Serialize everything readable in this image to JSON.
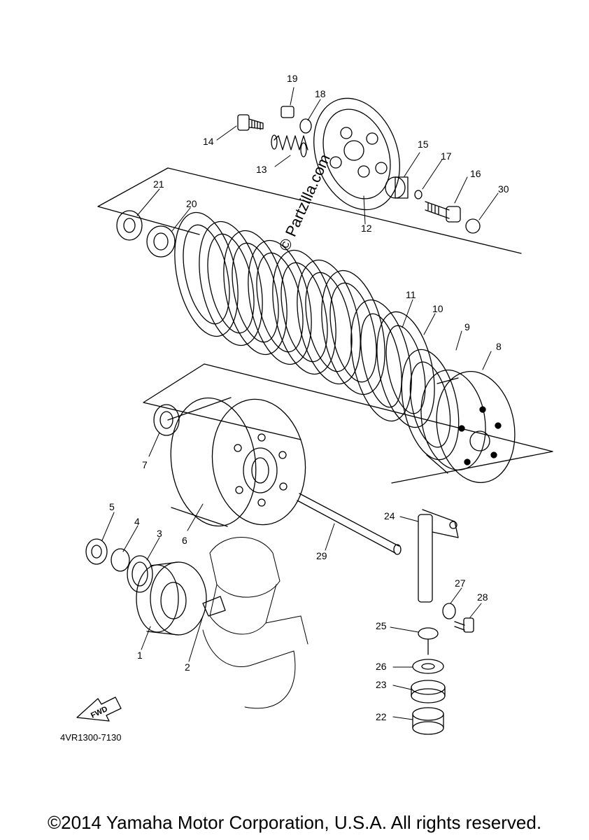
{
  "diagram": {
    "watermark": "© Partzilla.com",
    "fwd_label": "FWD",
    "reference_code": "4VR1300-7130",
    "copyright": "©2014 Yamaha Motor Corporation, U.S.A. All rights reserved.",
    "callouts": [
      "1",
      "2",
      "3",
      "4",
      "5",
      "6",
      "7",
      "8",
      "9",
      "10",
      "11",
      "12",
      "13",
      "14",
      "15",
      "16",
      "17",
      "18",
      "19",
      "20",
      "21",
      "22",
      "23",
      "24",
      "25",
      "26",
      "27",
      "28",
      "29",
      "30"
    ]
  }
}
